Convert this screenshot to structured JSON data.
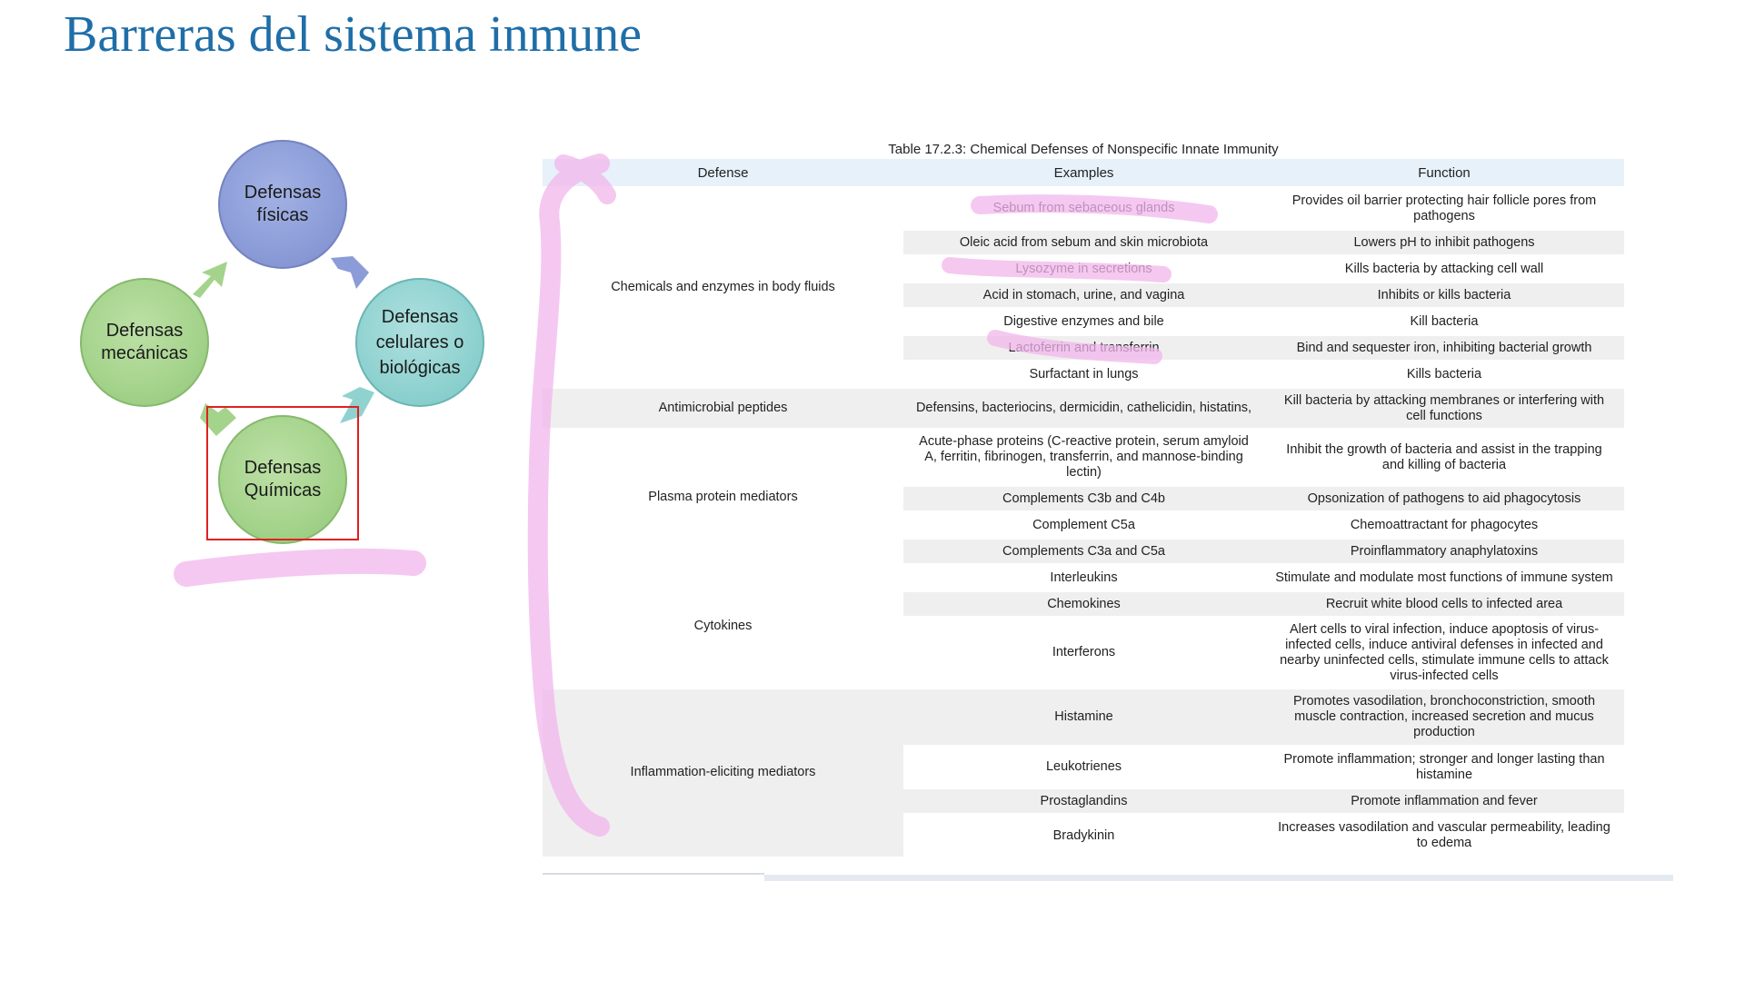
{
  "slide": {
    "title": "Barreras del sistema inmune"
  },
  "cycle": {
    "nodes": [
      {
        "id": "fisicas",
        "lines": [
          "Defensas",
          "físicas"
        ]
      },
      {
        "id": "celulares",
        "lines": [
          "Defensas",
          "celulares o",
          "biológicas"
        ]
      },
      {
        "id": "quimicas",
        "lines": [
          "Defensas",
          "Químicas"
        ]
      },
      {
        "id": "mecanicas",
        "lines": [
          "Defensas",
          "mecánicas"
        ]
      }
    ],
    "selected": "quimicas",
    "colors": {
      "blue": "#8b9cd8",
      "teal": "#8fd2d0",
      "green": "#a4d38b",
      "selection_border": "#e02020"
    }
  },
  "table": {
    "caption": "Table 17.2.3: Chemical Defenses of Nonspecific Innate Immunity",
    "headers": [
      "Defense",
      "Examples",
      "Function"
    ],
    "groups": [
      {
        "defense": "Chemicals and enzymes in body fluids",
        "rows": [
          {
            "example": "Sebum from sebaceous glands",
            "function": "Provides oil barrier protecting hair follicle pores from pathogens"
          },
          {
            "example": "Oleic acid from sebum and skin microbiota",
            "function": "Lowers pH to inhibit pathogens"
          },
          {
            "example": "Lysozyme in secretions",
            "function": "Kills bacteria by attacking cell wall"
          },
          {
            "example": "Acid in stomach, urine, and vagina",
            "function": "Inhibits or kills bacteria"
          },
          {
            "example": "Digestive enzymes and bile",
            "function": "Kill bacteria"
          },
          {
            "example": "Lactoferrin and transferrin",
            "function": "Bind and sequester iron, inhibiting bacterial growth"
          },
          {
            "example": "Surfactant in lungs",
            "function": "Kills bacteria"
          }
        ]
      },
      {
        "defense": "Antimicrobial peptides",
        "rows": [
          {
            "example": "Defensins, bacteriocins, dermicidin, cathelicidin, histatins,",
            "function": "Kill bacteria by attacking membranes or interfering with cell functions"
          }
        ]
      },
      {
        "defense": "Plasma protein mediators",
        "rows": [
          {
            "example": "Acute-phase proteins (C-reactive protein, serum amyloid A, ferritin, fibrinogen, transferrin, and mannose-binding lectin)",
            "function": "Inhibit the growth of bacteria and assist in the trapping and killing of bacteria"
          },
          {
            "example": "Complements C3b and C4b",
            "function": "Opsonization of pathogens to aid phagocytosis"
          },
          {
            "example": "Complement C5a",
            "function": "Chemoattractant for phagocytes"
          },
          {
            "example": "Complements C3a and C5a",
            "function": "Proinflammatory anaphylatoxins"
          }
        ]
      },
      {
        "defense": "Cytokines",
        "rows": [
          {
            "example": "Interleukins",
            "function": "Stimulate and modulate most functions of immune system"
          },
          {
            "example": "Chemokines",
            "function": "Recruit white blood cells to infected area"
          },
          {
            "example": "Interferons",
            "function": "Alert cells to viral infection, induce apoptosis of virus-infected cells, induce antiviral defenses in infected and nearby uninfected cells, stimulate immune cells to attack virus-infected cells"
          }
        ]
      },
      {
        "defense": "Inflammation-eliciting mediators",
        "rows": [
          {
            "example": "Histamine",
            "function": "Promotes vasodilation, bronchoconstriction, smooth muscle contraction, increased secretion and mucus production"
          },
          {
            "example": "Leukotrienes",
            "function": "Promote inflammation; stronger and longer lasting than histamine"
          },
          {
            "example": "Prostaglandins",
            "function": "Promote inflammation and fever"
          },
          {
            "example": "Bradykinin",
            "function": "Increases vasodilation and vascular permeability, leading to edema"
          }
        ]
      }
    ],
    "colors": {
      "header_bg": "#e6f1fa",
      "row_shade": "#efefef"
    }
  },
  "annotations": {
    "highlight_color": "#f2b6ec"
  }
}
